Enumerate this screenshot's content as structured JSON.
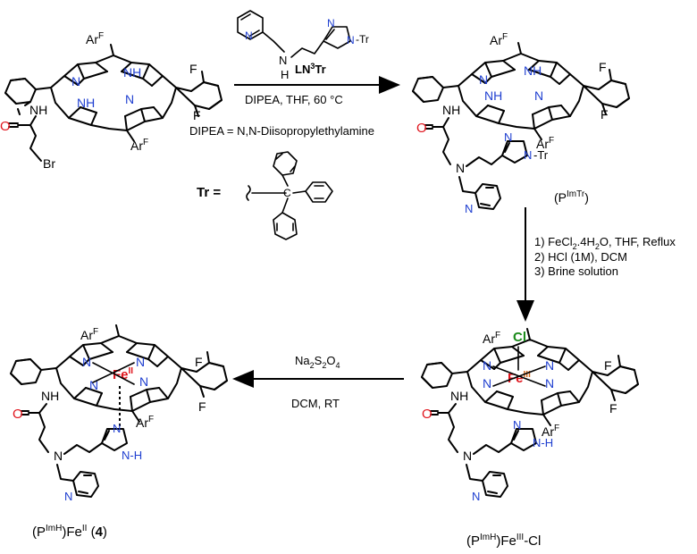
{
  "reagents": {
    "step1": {
      "ligand_label_main": "LN",
      "ligand_label_sup": "3",
      "ligand_label_end": "Tr",
      "conditions": "DIPEA, THF, 60 °C",
      "nh_h": "H",
      "nh_n": "N"
    },
    "dipea_def": "DIPEA = N,N-Diisopropylethylamine",
    "tr_def": "Tr =",
    "step2": {
      "line1": "1) FeCl",
      "line1_sub": "2",
      "line1_rest": ".4H",
      "line1_sub2": "2",
      "line1_end": "O, THF, Reflux",
      "line2": "2) HCl (1M), DCM",
      "line3": "3) Brine solution"
    },
    "step3": {
      "reagent_main": "Na",
      "reagent_sub1": "2",
      "reagent_mid": "S",
      "reagent_sub2": "2",
      "reagent_end": "O",
      "reagent_sub3": "4",
      "conditions": "DCM, RT"
    }
  },
  "atoms": {
    "N": "N",
    "NH": "NH",
    "O": "O",
    "Br": "Br",
    "F": "F",
    "ArF_main": "Ar",
    "ArF_sup": "F",
    "Cl": "Cl",
    "Fe": "Fe",
    "Fe_III": "III",
    "Fe_II": "II",
    "Tr_suffix": "-Tr",
    "imid_NH": "N-H",
    "C": "C"
  },
  "compounds": {
    "ptr": {
      "open": "(P",
      "sup": "ImTr",
      "close": ")"
    },
    "fe3": {
      "open": "(P",
      "sup": "ImH",
      "mid": ")Fe",
      "sup2": "III",
      "end": "-Cl"
    },
    "fe2": {
      "open": "(P",
      "sup": "ImH",
      "mid": ")Fe",
      "sup2": "II",
      "space": " (",
      "num": "4",
      "end": ")"
    }
  },
  "colors": {
    "nitrogen": "#1f3fd0",
    "oxygen": "#e0141c",
    "iron": "#e0141c",
    "iron_iii": "#d2691e",
    "chlorine": "#1b8a1b"
  }
}
